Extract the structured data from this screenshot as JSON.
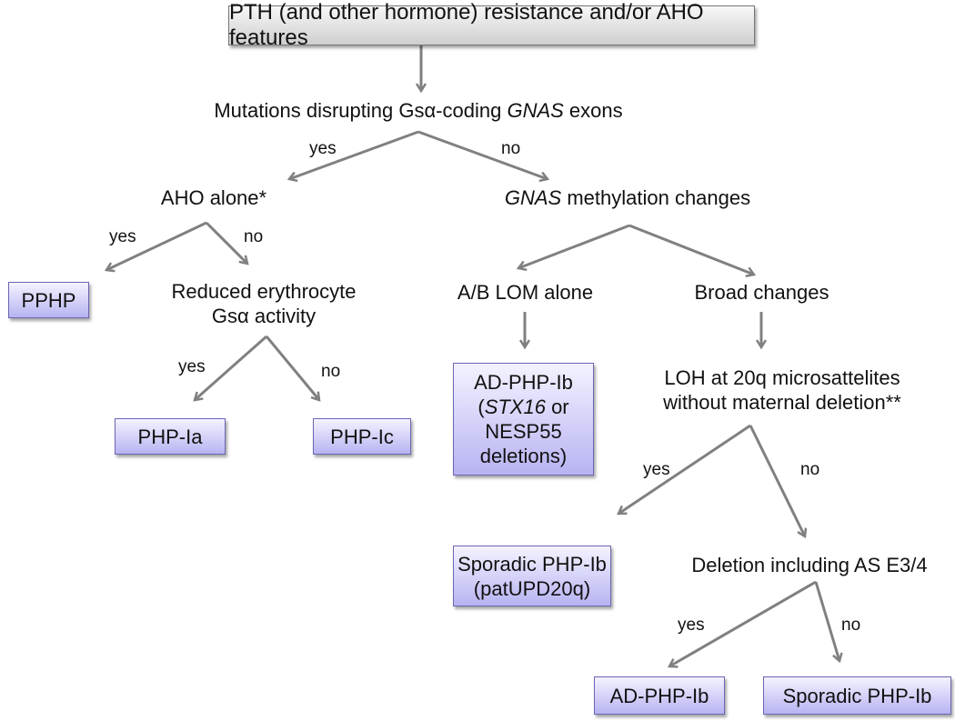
{
  "root": "PTH (and other hormone) resistance and/or AHO features",
  "q_mutations": {
    "pre": "Mutations disrupting Gsα-coding ",
    "italic": "GNAS",
    "post": " exons"
  },
  "q_aho": "AHO alone*",
  "q_methylation": {
    "italic": "GNAS",
    "post": " methylation changes"
  },
  "q_erythrocyte": [
    "Reduced erythrocyte",
    "Gsα activity"
  ],
  "q_ab_lom": "A/B LOM alone",
  "q_broad": "Broad changes",
  "q_loh": [
    "LOH at 20q microsattelites",
    "without maternal deletion**"
  ],
  "q_deletion": "Deletion including AS E3/4",
  "edge_labels": {
    "yes": "yes",
    "no": "no"
  },
  "outcomes": {
    "pphp": "PPHP",
    "php_ia": "PHP-Ia",
    "php_ic": "PHP-Ic",
    "ad_php_ib_stx": {
      "line1": "AD-PHP-Ib",
      "paren_open": "(",
      "italic": "STX16",
      "line2_post": " or",
      "line3": "NESP55",
      "line4": "deletions)"
    },
    "sporadic_patupd": [
      "Sporadic PHP-Ib",
      "(patUPD20q)"
    ],
    "ad_php_ib": "AD-PHP-Ib",
    "sporadic_php_ib": "Sporadic PHP-Ib"
  },
  "colors": {
    "arrow": "#808080",
    "box_fill_top": "#f4f3ff",
    "box_fill_bottom": "#b7b3f2",
    "box_border": "#6b66b5"
  }
}
